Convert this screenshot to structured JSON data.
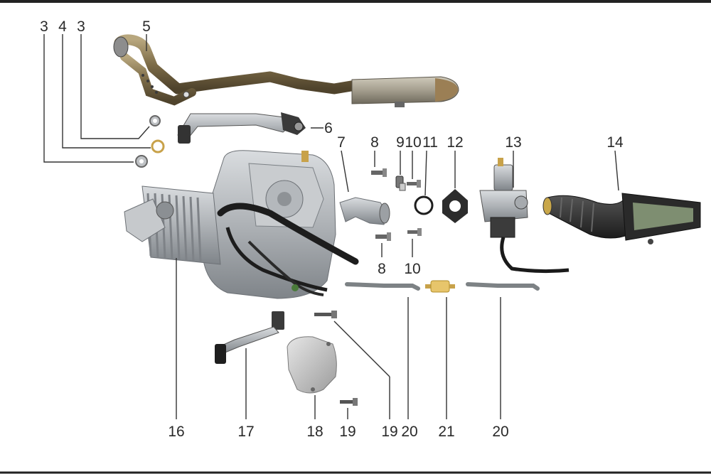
{
  "callouts": {
    "c3a": "3",
    "c4": "4",
    "c3b": "3",
    "c5": "5",
    "c6": "6",
    "c7": "7",
    "c8a": "8",
    "c9": "9",
    "c10a": "10",
    "c11": "11",
    "c12": "12",
    "c13": "13",
    "c14": "14",
    "c8b": "8",
    "c10b": "10",
    "c16": "16",
    "c17": "17",
    "c18": "18",
    "c19a": "19",
    "c19b": "19",
    "c20a": "20",
    "c21": "21",
    "c20b": "20"
  },
  "colors": {
    "background": "#ffffff",
    "engine_metal": "#b9bcbf",
    "exhaust_bronze": "#8a7a55",
    "muffler": "#a8a293",
    "rubber": "#2e2e2e",
    "brass": "#c8a24a",
    "fuel_filter": "#e7c56b"
  }
}
